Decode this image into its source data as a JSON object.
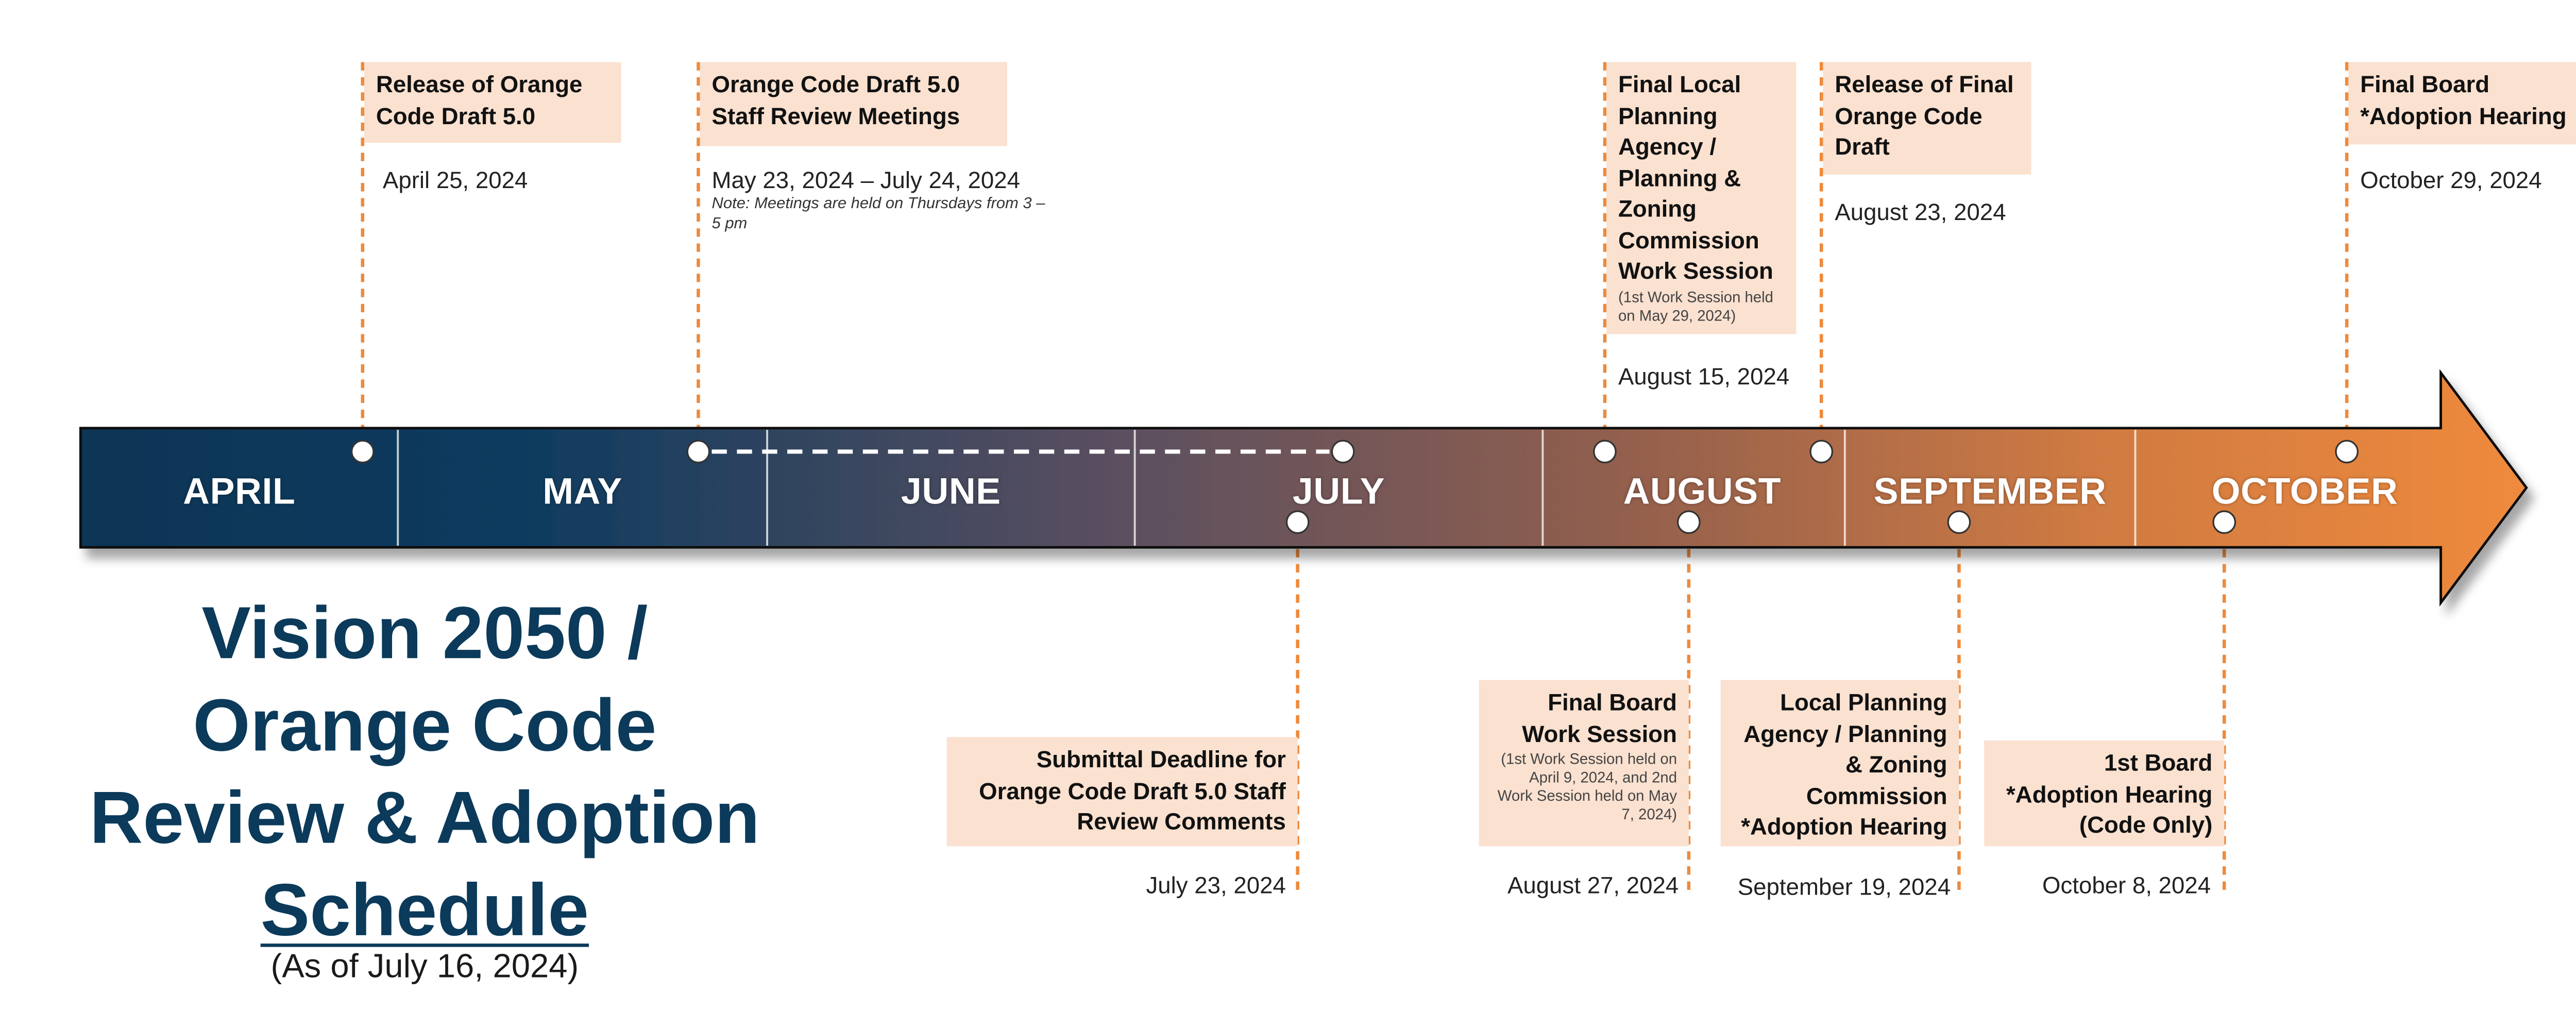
{
  "title": {
    "line1": "Vision 2050 /",
    "line2": "Orange Code",
    "line3": "Review & Adoption",
    "line4": "Schedule",
    "subtitle": "(As of July 16, 2024)"
  },
  "colors": {
    "arrow_start": "#073556",
    "arrow_end": "#ef8a3c",
    "connector": "#ee8a3c",
    "box_fill": "#fae1d0",
    "title": "#0b3a5a"
  },
  "months": [
    "APRIL",
    "MAY",
    "JUNE",
    "JULY",
    "AUGUST",
    "SEPTEMBER",
    "OCTOBER"
  ],
  "events_above": [
    {
      "label": "Release of Orange Code Draft 5.0",
      "date": "April 25, 2024"
    },
    {
      "label": "Orange Code Draft 5.0 Staff Review Meetings",
      "date": "May 23, 2024 – July 24, 2024",
      "note": "Note: Meetings are held on Thursdays from 3 – 5 pm"
    },
    {
      "label": "Final Local Planning Agency / Planning & Zoning Commission Work Session",
      "note": "(1st Work Session held on May 29, 2024)",
      "date": "August 15, 2024"
    },
    {
      "label": "Release of Final Orange Code Draft",
      "date": "August 23, 2024"
    },
    {
      "label": "Final Board *Adoption Hearing",
      "date": "October 29, 2024"
    }
  ],
  "events_below": [
    {
      "label": "Submittal Deadline for Orange Code Draft 5.0 Staff Review Comments",
      "date": "July 23, 2024"
    },
    {
      "label": "Final Board Work Session",
      "note": "(1st Work Session held on April 9, 2024, and 2nd Work Session held on May 7, 2024)",
      "date": "August 27, 2024"
    },
    {
      "label": "Local Planning Agency / Planning & Zoning Commission *Adoption Hearing",
      "date": "September 19, 2024"
    },
    {
      "label": "1st Board *Adoption Hearing (Code Only)",
      "date": "October 8, 2024"
    }
  ]
}
